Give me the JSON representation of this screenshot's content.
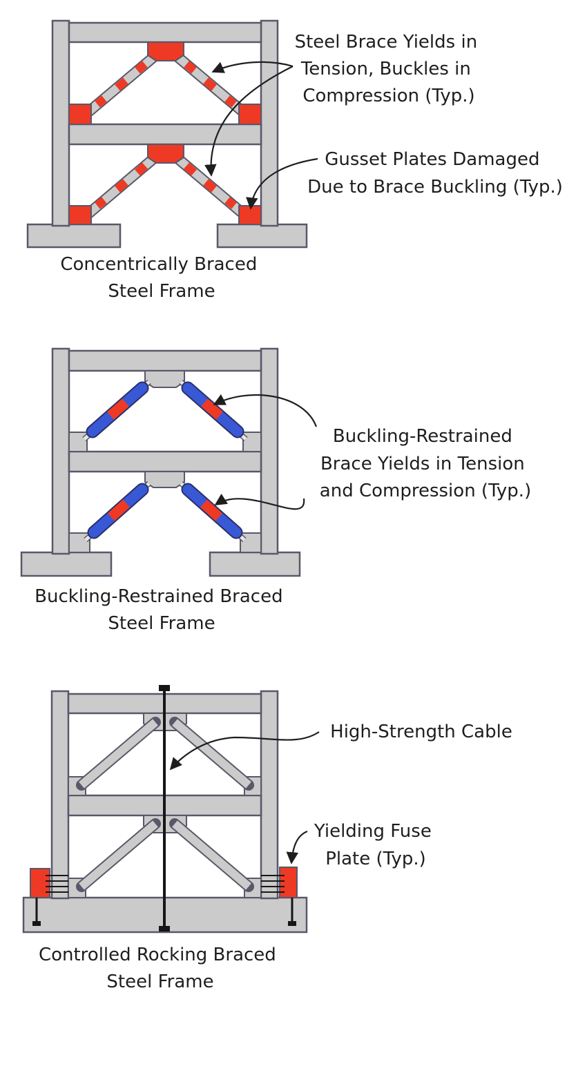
{
  "colors": {
    "steel": "#cbcbcb",
    "outline": "#58586a",
    "damage_red": "#ee3a24",
    "restraint_blue": "#3858d6",
    "cable": "#161616"
  },
  "panels": [
    {
      "caption_line1": "Concentrically Braced",
      "caption_line2": "Steel Frame",
      "callout1_lines": [
        "Steel Brace Yields in",
        "Tension, Buckles in",
        "Compression (Typ.)"
      ],
      "callout2_lines": [
        "Gusset Plates Damaged",
        "Due to Brace Buckling (Typ.)"
      ]
    },
    {
      "caption_line1": "Buckling-Restrained Braced",
      "caption_line2": "Steel Frame",
      "callout1_lines": [
        "Buckling-Restrained",
        "Brace Yields in Tension",
        "and Compression (Typ.)"
      ]
    },
    {
      "caption_line1": "Controlled Rocking Braced",
      "caption_line2": "Steel Frame",
      "callout1_lines": [
        "High-Strength Cable"
      ],
      "callout2_lines": [
        "Yielding Fuse",
        "Plate (Typ.)"
      ]
    }
  ]
}
